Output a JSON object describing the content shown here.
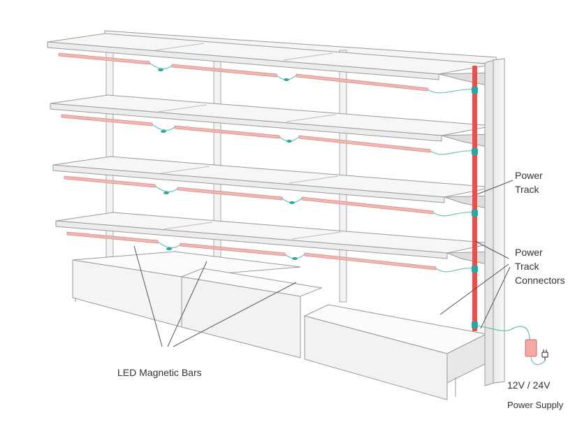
{
  "labels": {
    "power_track_1": "Power",
    "power_track_2": "Track",
    "connectors_1": "Power",
    "connectors_2": "Track",
    "connectors_3": "Connectors",
    "led_bars": "LED Magnetic Bars",
    "voltage": "12V / 24V",
    "power_supply": "Power Supply"
  },
  "colors": {
    "led_bar": "#f2b7b5",
    "led_bar_edge": "#d98a86",
    "power_track": "#e8504c",
    "connector": "#2aa7a0",
    "wire": "#6fc2bd",
    "power_supply_box": "#f4a9a5",
    "line": "#555555",
    "shelf_face": "#f6f6f6",
    "shelf_edge": "#9a9a9a"
  },
  "icons": {
    "plug": "plug-icon"
  }
}
